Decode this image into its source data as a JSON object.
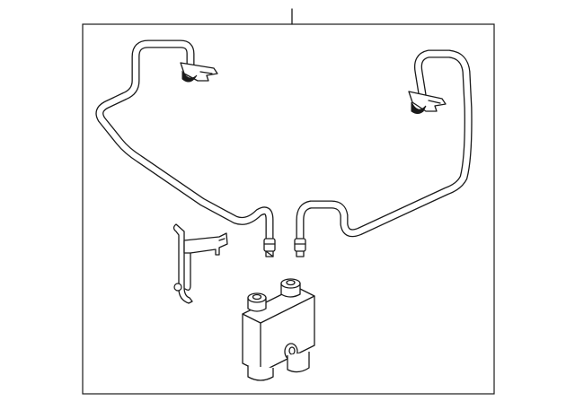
{
  "diagram": {
    "parts": [
      {
        "name": "oil-cooler-line-assembly",
        "icon": "cooler-line-icon"
      },
      {
        "name": "mounting-bracket",
        "icon": "bracket-icon"
      },
      {
        "name": "oil-cooler",
        "icon": "cooler-icon"
      }
    ],
    "colors": {
      "line": "#1a1a1a",
      "background": "#ffffff"
    }
  }
}
